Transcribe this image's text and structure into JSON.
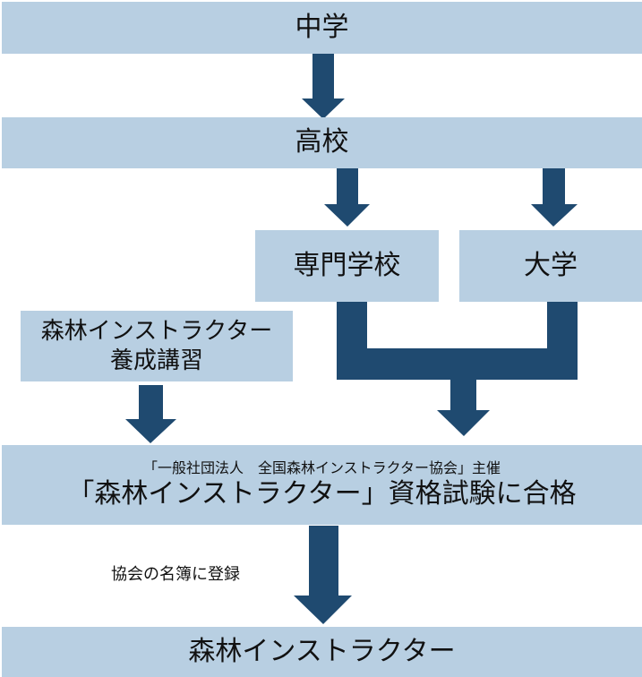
{
  "colors": {
    "box": "#b8cfe2",
    "arrow": "#1f4a70",
    "text": "#111111"
  },
  "nodes": {
    "junior_high": "中学",
    "high_school": "高校",
    "vocational_school": "専門学校",
    "university": "大学",
    "training_course_line1": "森林インストラクター",
    "training_course_line2": "養成講習",
    "exam_sponsor": "「一般社団法人　全国森林インストラクター協会」主催",
    "exam_pass": "「森林インストラクター」資格試験に合格",
    "forest_instructor": "森林インストラクター"
  },
  "edge_labels": {
    "register": "協会の名簿に登録"
  }
}
